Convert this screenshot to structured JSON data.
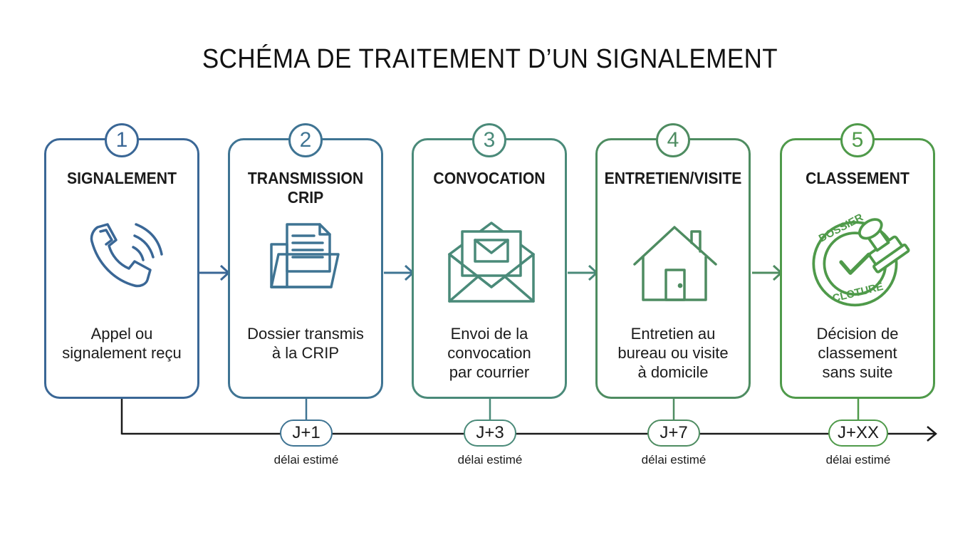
{
  "title": "SCHÉMA DE TRAITEMENT D’UN SIGNALEMENT",
  "colors": [
    "#3a6796",
    "#3f7493",
    "#4a8a79",
    "#4e8c61",
    "#4f9a4a"
  ],
  "steps": [
    {
      "number": "1",
      "title": "SIGNALEMENT",
      "icon": "phone-icon",
      "description": "Appel ou\nsignalement reçu"
    },
    {
      "number": "2",
      "title": "TRANSMISSION\nCRIP",
      "icon": "folder-icon",
      "description": "Dossier transmis\nà la CRIP"
    },
    {
      "number": "3",
      "title": "CONVOCATION",
      "icon": "envelope-icon",
      "description": "Envoi de la\nconvocation\npar courrier"
    },
    {
      "number": "4",
      "title": "ENTRETIEN/VISITE",
      "icon": "house-icon",
      "description": "Entretien au\nbureau ou visite\nà domicile"
    },
    {
      "number": "5",
      "title": "CLASSEMENT",
      "icon": "stamp-icon",
      "description": "Décision de\nclassement\nsans suite",
      "stamp_text_top": "DOSSIER",
      "stamp_text_bottom": "CLOTURÉ"
    }
  ],
  "timeline": [
    {
      "label": "J+1",
      "sublabel": "délai estimé"
    },
    {
      "label": "J+3",
      "sublabel": "délai estimé"
    },
    {
      "label": "J+7",
      "sublabel": "délai estimé"
    },
    {
      "label": "J+XX",
      "sublabel": "délai estimé"
    }
  ]
}
